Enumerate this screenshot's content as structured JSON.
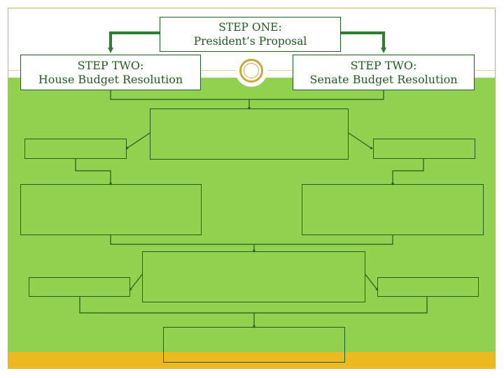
{
  "diagram": {
    "step_one": {
      "label": "STEP ONE:",
      "title": "President’s Proposal"
    },
    "step_two_house": {
      "label": "STEP TWO:",
      "title": "House Budget Resolution"
    },
    "step_two_senate": {
      "label": "STEP TWO:",
      "title": "Senate Budget Resolution"
    }
  },
  "colors": {
    "background_green": "#92d050",
    "footer_gold": "#ecb920",
    "line_green": "#1e5d1e",
    "arrow_green": "#2e7d2e",
    "emblem_gold": "#c9a93a"
  }
}
